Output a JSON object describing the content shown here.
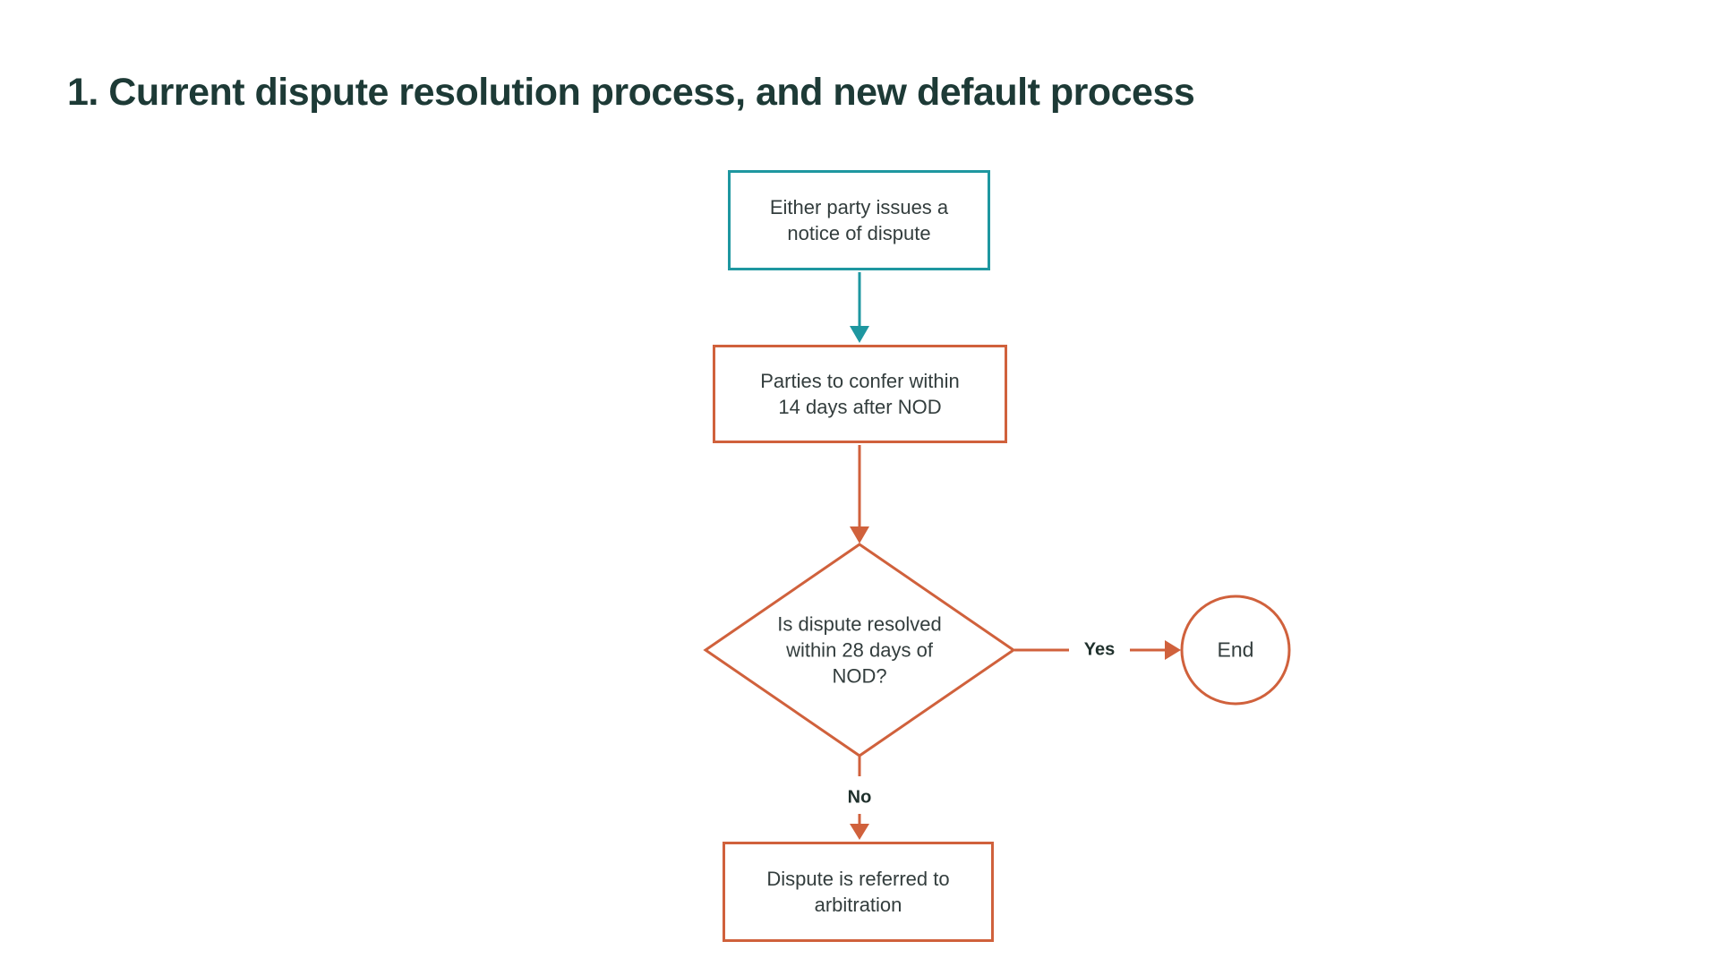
{
  "page": {
    "title": "1. Current dispute resolution process, and new default process"
  },
  "colors": {
    "teal": "#1e97a0",
    "orange": "#d0613c",
    "title": "#1d3a36",
    "text": "#333d3d",
    "label": "#1f302c"
  },
  "flowchart": {
    "nodes": {
      "start": {
        "label": "Either party issues a notice of dispute",
        "shape": "rectangle",
        "border": "teal"
      },
      "confer": {
        "label": "Parties to confer within 14 days after NOD",
        "shape": "rectangle",
        "border": "orange"
      },
      "decision": {
        "label": "Is dispute resolved within 28 days of NOD?",
        "shape": "diamond",
        "border": "orange"
      },
      "end": {
        "label": "End",
        "shape": "circle",
        "border": "orange"
      },
      "arbitration": {
        "label": "Dispute is referred to arbitration",
        "shape": "rectangle",
        "border": "orange"
      }
    },
    "edge_labels": {
      "yes": "Yes",
      "no": "No"
    }
  }
}
